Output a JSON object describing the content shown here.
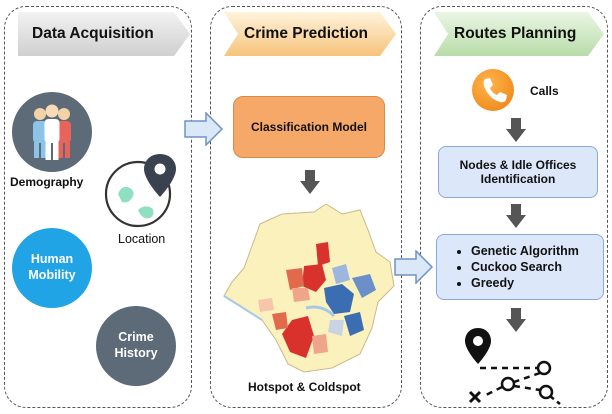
{
  "panels": [
    {
      "header": "Data Acquisition"
    },
    {
      "header": "Crime Prediction"
    },
    {
      "header": "Routes Planning"
    }
  ],
  "acquisition": {
    "demography": "Demography",
    "location": "Location",
    "human_mobility": "Human Mobility",
    "crime_history": "Crime History"
  },
  "prediction": {
    "model": "Classification Model",
    "map_caption": "Hotspot & Coldspot"
  },
  "routes": {
    "calls": "Calls",
    "nodes": "Nodes & Idle Offices Identification",
    "methods": [
      "Genetic Algorithm",
      "Cuckoo Search",
      "Greedy"
    ]
  },
  "colors": {
    "grey_circle": "#5d6b78",
    "blue_circle": "#21a4e6",
    "model_box": "#f6a868",
    "info_box": "#dce8fa",
    "hotspot": "#d9312b",
    "coldspot": "#3b6db3",
    "arrow_down": "#555555",
    "arrow_right": "#c8dcf4"
  },
  "icons": [
    "people-icon",
    "location-pin-icon",
    "phone-icon",
    "route-icon"
  ]
}
